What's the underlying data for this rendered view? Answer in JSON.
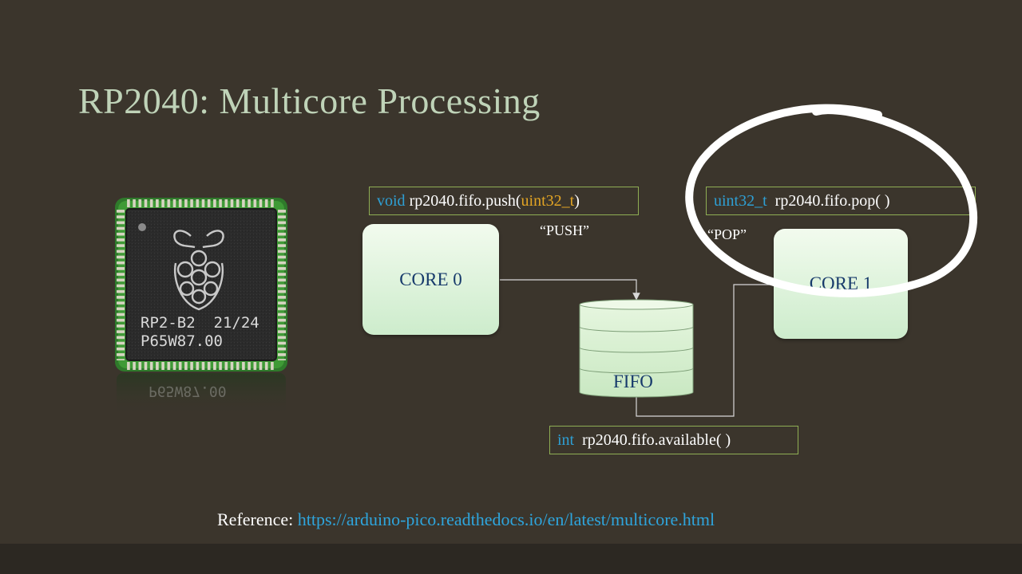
{
  "slide": {
    "title": "RP2040: Multicore Processing",
    "chip": {
      "marking_line1": "RP2-B2  21/24",
      "marking_line2": "P65W87.00",
      "reflection_text": "P65W87.00",
      "logo_icon": "raspberry-pi-logo-icon"
    },
    "push_function": {
      "return_type": "void",
      "call": " rp2040.fifo.push(",
      "param_type": "uint32_t",
      "close": ")"
    },
    "push_caption": "“PUSH”",
    "pop_function": {
      "return_type": "uint32_t",
      "call": "  rp2040.fifo.pop( )"
    },
    "pop_caption": "“POP”",
    "available_function": {
      "return_type": "int",
      "call": "  rp2040.fifo.available( )"
    },
    "core0_label": "CORE 0",
    "core1_label": "CORE 1",
    "fifo_label": "FIFO",
    "reference": {
      "label": "Reference: ",
      "url": "https://arduino-pico.readthedocs.io/en/latest/multicore.html"
    }
  },
  "colors": {
    "background": "#3b352c",
    "title": "#bfd3b8",
    "keyword": "#2e9fd4",
    "type_param": "#e2a424",
    "box_border": "#8fae54",
    "core_fill": "#d6f0d2",
    "core_text": "#173a6b",
    "link": "#2ea5dd",
    "annotation_circle": "#ffffff"
  }
}
